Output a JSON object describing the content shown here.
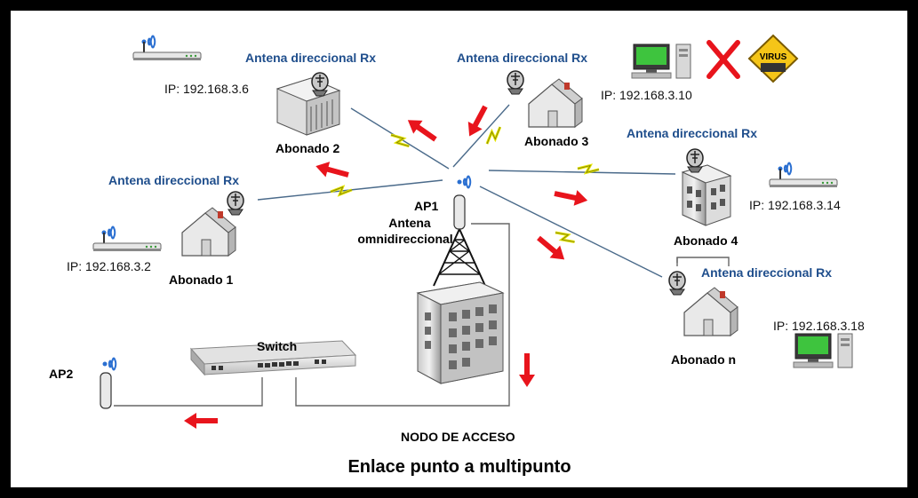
{
  "title": "Enlace punto a multipunto",
  "node_label": "NODO DE ACCESO",
  "ap1": {
    "name": "AP1",
    "antenna_line1": "Antena",
    "antenna_line2": "omnidireccional"
  },
  "ap2": {
    "name": "AP2"
  },
  "switch_label": "Switch",
  "virus_label": "VIRUS",
  "subscribers": [
    {
      "name": "Abonado 1",
      "antenna": "Antena direccional Rx",
      "ip": "IP: 192.168.3.2"
    },
    {
      "name": "Abonado 2",
      "antenna": "Antena direccional Rx",
      "ip": "IP: 192.168.3.6"
    },
    {
      "name": "Abonado 3",
      "antenna": "Antena direccional Rx",
      "ip": "IP: 192.168.3.10"
    },
    {
      "name": "Abonado 4",
      "antenna": "Antena direccional Rx",
      "ip": "IP: 192.168.3.14"
    },
    {
      "name": "Abonado n",
      "antenna": "Antena direccional Rx",
      "ip": "IP: 192.168.3.18"
    }
  ],
  "colors": {
    "antenna_text": "#1f4e8c",
    "arrow": "#e8141c",
    "lightning": "#e6e600",
    "link_line": "#4a6a8a",
    "virus_sign": "#f5c518"
  }
}
